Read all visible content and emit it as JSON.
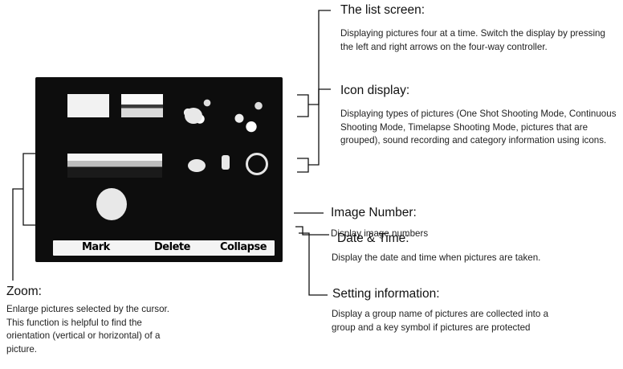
{
  "screen": {
    "softkeys": [
      "Mark",
      "Delete",
      "Collapse"
    ]
  },
  "annotations": {
    "list_screen": {
      "title": "The list screen:",
      "text": "Displaying pictures four at a time. Switch the display by pressing the left and right arrows on the four-way controller."
    },
    "icon_display": {
      "title": "Icon display:",
      "text": "Displaying types of pictures (One Shot Shooting Mode, Continuous Shooting Mode, Timelapse Shooting Mode, pictures that are grouped), sound recording and category information using icons."
    },
    "image_number": {
      "title": "Image Number:",
      "text": "Display image numbers"
    },
    "date_time": {
      "title": "Date & Time:",
      "text": "Display the date and time when pictures are taken."
    },
    "setting_info": {
      "title": "Setting information:",
      "text": "Display a group name of pictures are collected into a group and a key symbol if pictures are protected"
    },
    "zoom": {
      "title": "Zoom:",
      "text": "Enlarge pictures selected by the cursor. This function is helpful to find the orientation (vertical or horizontal) of a picture."
    }
  }
}
